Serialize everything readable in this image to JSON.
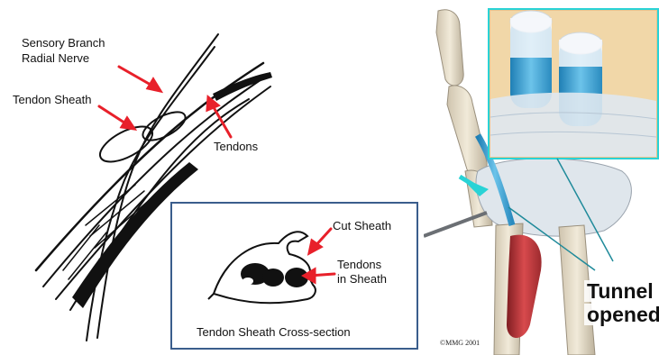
{
  "labels": {
    "sensory_branch": "Sensory Branch",
    "radial_nerve": "Radial Nerve",
    "tendon_sheath": "Tendon Sheath",
    "tendons": "Tendons",
    "cut_sheath": "Cut Sheath",
    "tendons_in_sheath_1": "Tendons",
    "tendons_in_sheath_2": "in Sheath",
    "cross_section_caption": "Tendon Sheath Cross-section",
    "tunnel": "Tunnel",
    "opened": "opened",
    "copyright": "©MMG 2001"
  },
  "colors": {
    "arrow": "#e8202a",
    "inset_border": "#3a5d8c",
    "highlight_border": "#29d3d6",
    "tendon_blue": "#3fa6d6",
    "bone": "#e7dcc6",
    "muscle": "#c9353a"
  }
}
